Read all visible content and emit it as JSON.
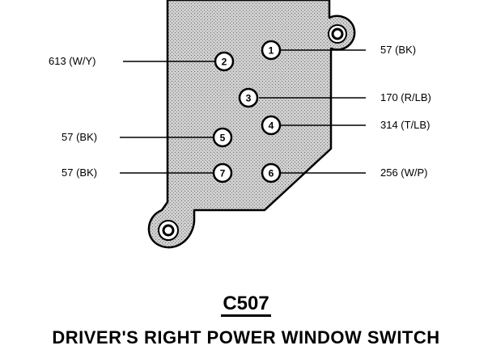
{
  "connector": {
    "id": "C507",
    "name": "DRIVER'S RIGHT POWER WINDOW SWITCH"
  },
  "pins": [
    {
      "pin": "1",
      "circuit": "57 (BK)",
      "side": "right"
    },
    {
      "pin": "2",
      "circuit": "613 (W/Y)",
      "side": "left"
    },
    {
      "pin": "3",
      "circuit": "170 (R/LB)",
      "side": "right"
    },
    {
      "pin": "4",
      "circuit": "314 (T/LB)",
      "side": "right"
    },
    {
      "pin": "5",
      "circuit": "57 (BK)",
      "side": "left"
    },
    {
      "pin": "6",
      "circuit": "256 (W/P)",
      "side": "right"
    },
    {
      "pin": "7",
      "circuit": "57 (BK)",
      "side": "left"
    }
  ],
  "colors": {
    "body_fill": "#c8c8c8",
    "ink": "#000000"
  }
}
